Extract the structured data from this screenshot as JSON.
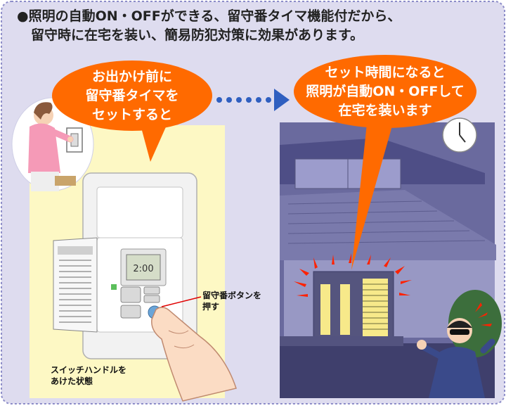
{
  "headline": {
    "line1": "●照明の自動ON・OFFができる、留守番タイマ機能付だから、",
    "line2": "留守時に在宅を装い、簡易防犯対策に効果があります。"
  },
  "bubble_left": {
    "line1": "お出かけ前に",
    "line2": "留守番タイマを",
    "line3": "セットすると"
  },
  "bubble_right": {
    "line1": "セット時間になると",
    "line2": "照明が自動ON・OFFして",
    "line3": "在宅を装います"
  },
  "labels": {
    "button_callout_1": "留守番ボタンを",
    "button_callout_2": "押す",
    "handle_caption_1": "スイッチハンドルを",
    "handle_caption_2": "あけた状態",
    "display_time": "2:00"
  },
  "colors": {
    "panel_bg": "#dedcef",
    "bubble": "#ff6a00",
    "arrow": "#2f5fc0",
    "night_sky": "#6a6a9e",
    "left_scene_bg": "#fdf8c4"
  }
}
